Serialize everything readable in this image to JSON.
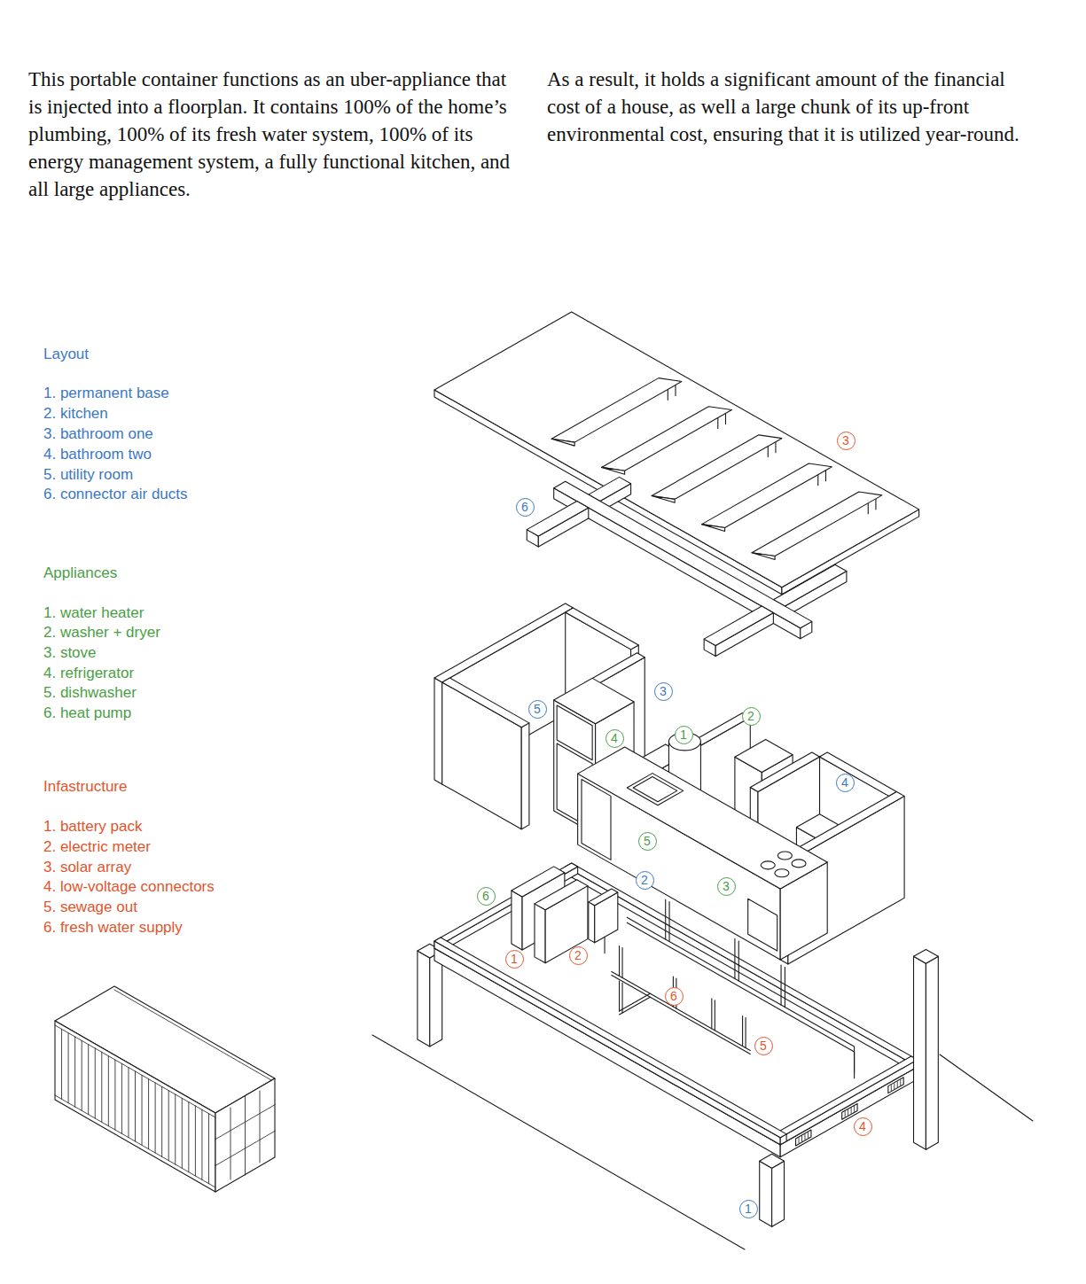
{
  "diagram": {
    "nodes": [
      {
        "text": [
          "3"
        ]
      },
      {
        "text": [
          "6"
        ]
      },
      {
        "text": [
          "3"
        ]
      },
      {
        "text": [
          "5"
        ]
      },
      {
        "text": [
          "2"
        ]
      },
      {
        "text": [
          "1"
        ]
      },
      {
        "text": [
          "4"
        ]
      },
      {
        "text": [
          "4"
        ]
      },
      {
        "text": [
          "5"
        ]
      },
      {
        "text": [
          "2"
        ]
      },
      {
        "text": [
          "3"
        ]
      },
      {
        "text": [
          "6"
        ]
      },
      {
        "text": [
          "2"
        ]
      },
      {
        "text": [
          "1"
        ]
      },
      {
        "text": [
          "6"
        ]
      },
      {
        "text": [
          "5"
        ]
      },
      {
        "text": [
          "4"
        ]
      },
      {
        "text": [
          "1"
        ]
      }
    ],
    "labels": [
      "This portable container functions as an uber-appliance that is injected into a floorplan. It contains 100% of the home’s plumbing, 100% of its fresh water system, 100% of its energy management system, a fully functional kitchen, and all large appliances.",
      "As a result, it holds a significant amount of the financial cost of a house, as well a large chunk of its up-front environmental cost, ensuring that it is utilized year-round.",
      "Layout",
      "1. permanent base",
      "2. kitchen",
      "3. bathroom one",
      "4. bathroom two",
      "5. utility room",
      "6. connector air ducts",
      "Appliances",
      "1. water heater",
      "2. washer + dryer",
      "3. stove",
      "4. refrigerator",
      "5. dishwasher",
      "6. heat pump",
      "Infastructure",
      "1. battery pack",
      "2. electric meter",
      "3. solar array",
      "4. low-voltage connectors",
      "5. sewage out",
      "6. fresh water supply"
    ]
  }
}
